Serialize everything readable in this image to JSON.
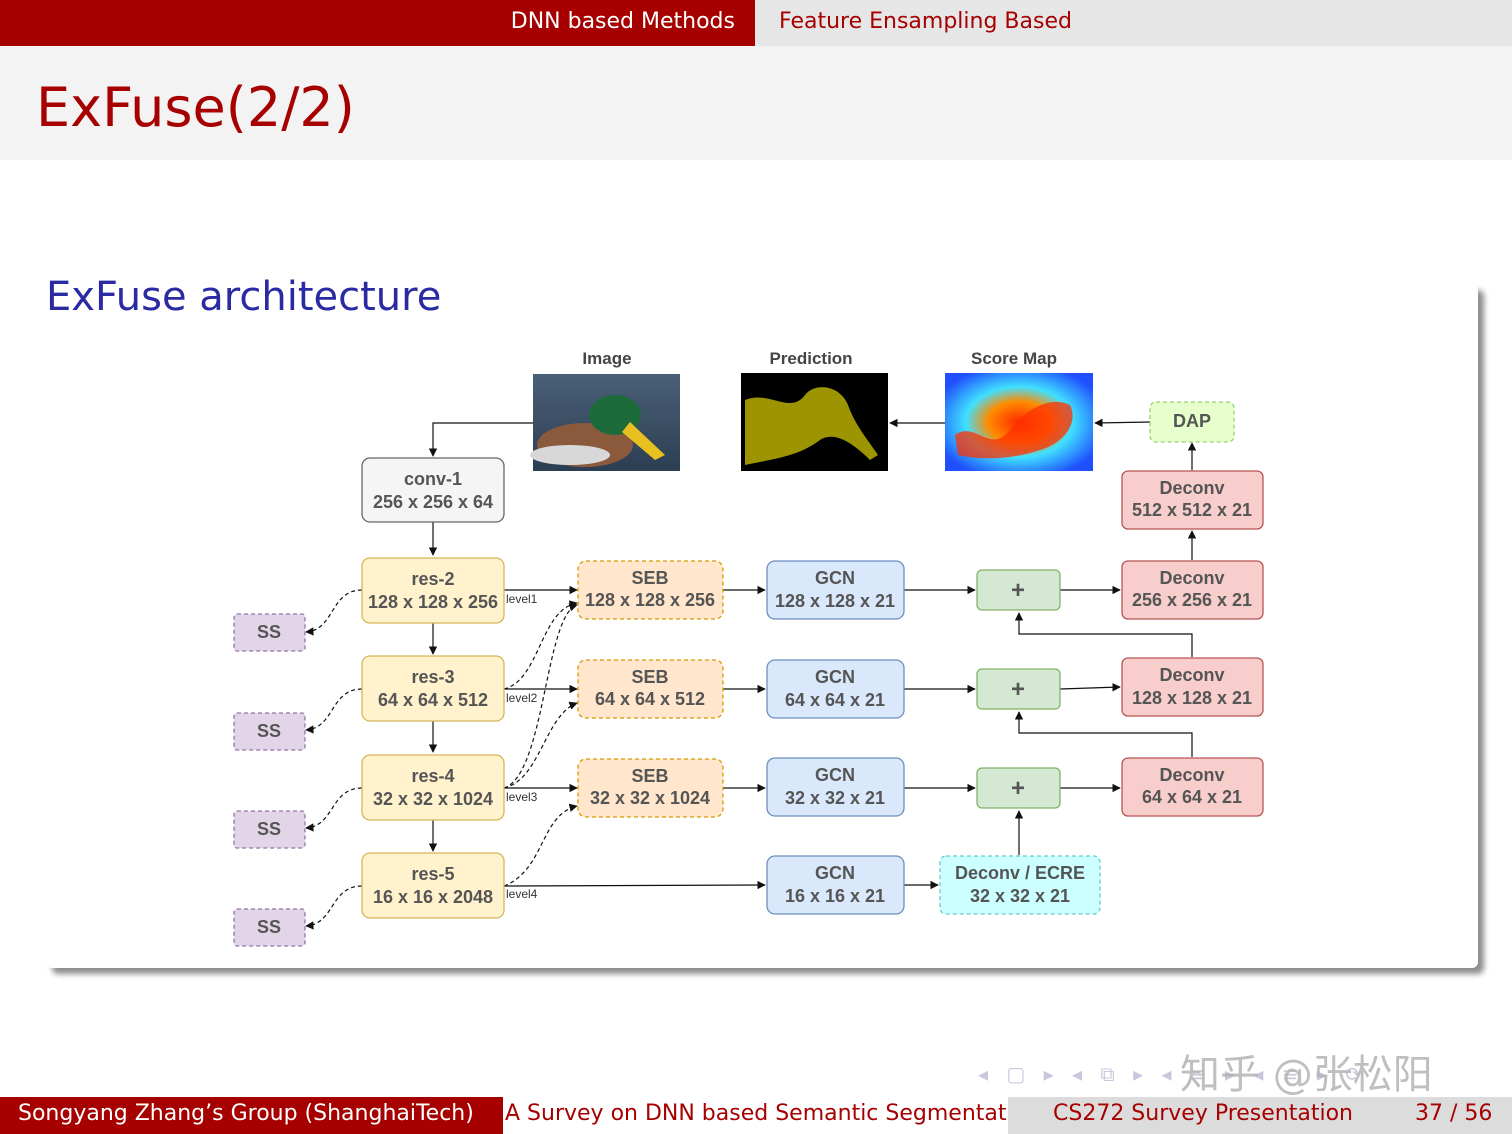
{
  "header": {
    "section_left": "DNN based Methods",
    "section_right": "Feature Ensampling Based"
  },
  "slide": {
    "title": "ExFuse(2/2)",
    "block_title": "ExFuse architecture"
  },
  "diagram": {
    "image_label": "Image",
    "prediction_label": "Prediction",
    "scoremap_label": "Score Map",
    "dap": "DAP",
    "conv1": [
      "conv-1",
      "256 x 256 x 64"
    ],
    "res2": [
      "res-2",
      "128 x 128 x 256"
    ],
    "res3": [
      "res-3",
      "64 x 64 x 512"
    ],
    "res4": [
      "res-4",
      "32 x 32 x 1024"
    ],
    "res5": [
      "res-5",
      "16 x 16 x 2048"
    ],
    "seb1": [
      "SEB",
      "128 x 128 x 256"
    ],
    "seb2": [
      "SEB",
      "64 x 64 x 512"
    ],
    "seb3": [
      "SEB",
      "32 x 32 x 1024"
    ],
    "gcn1": [
      "GCN",
      "128 x 128 x 21"
    ],
    "gcn2": [
      "GCN",
      "64 x 64 x 21"
    ],
    "gcn3": [
      "GCN",
      "32 x 32 x 21"
    ],
    "gcn4": [
      "GCN",
      "16 x 16 x 21"
    ],
    "plus": "+",
    "ecre": [
      "Deconv / ECRE",
      "32 x 32 x 21"
    ],
    "deconv512": [
      "Deconv",
      "512 x 512 x 21"
    ],
    "deconv256": [
      "Deconv",
      "256 x 256 x 21"
    ],
    "deconv128": [
      "Deconv",
      "128 x 128 x 21"
    ],
    "deconv64": [
      "Deconv",
      "64 x 64 x 21"
    ],
    "ss": "SS",
    "levels": [
      "level1",
      "level2",
      "level3",
      "level4"
    ]
  },
  "footer": {
    "author": "Songyang Zhang’s Group  (ShanghaiTech)",
    "talk_title": "A Survey on DNN based Semantic Segmentat",
    "course": "CS272 Survey Presentation",
    "page": "37 / 56"
  },
  "navigation": "◂ ▢ ▸ ◂ ⧉ ▸ ◂ ≡ ▸ ◂ ≡ ▸ ⟳",
  "watermark": "知乎 @张松阳",
  "colors": {
    "accent": "#a60000",
    "block_title": "#2a2aa3",
    "res_fill": "#fff2cc",
    "res_stroke": "#d6b656",
    "seb_fill": "#ffe6cc",
    "seb_stroke": "#d79b00",
    "gcn_fill": "#dae8fc",
    "gcn_stroke": "#6c8ebf",
    "plus_fill": "#d5e8d4",
    "plus_stroke": "#82b366",
    "deconv_fill": "#f8cecc",
    "deconv_stroke": "#b85450",
    "ss_fill": "#e1d5e7",
    "ss_stroke": "#9673a6",
    "ecre_fill": "#ccffff",
    "ecre_stroke": "#66cccc",
    "dap_fill": "#e6ffcc",
    "dap_stroke": "#97d077"
  }
}
